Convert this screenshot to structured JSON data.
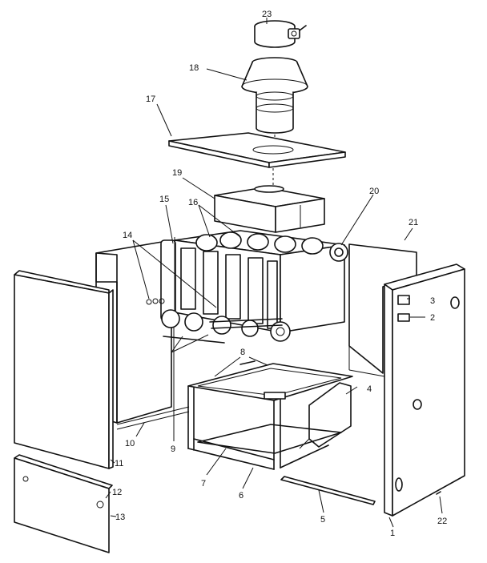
{
  "parts": [
    {
      "key": "p1",
      "label": "1"
    },
    {
      "key": "p2",
      "label": "2"
    },
    {
      "key": "p3",
      "label": "3"
    },
    {
      "key": "p4",
      "label": "4"
    },
    {
      "key": "p5",
      "label": "5"
    },
    {
      "key": "p6",
      "label": "6"
    },
    {
      "key": "p7",
      "label": "7"
    },
    {
      "key": "p8",
      "label": "8"
    },
    {
      "key": "p9",
      "label": "9"
    },
    {
      "key": "p10",
      "label": "10"
    },
    {
      "key": "p11",
      "label": "11"
    },
    {
      "key": "p12",
      "label": "12"
    },
    {
      "key": "p13",
      "label": "13"
    },
    {
      "key": "p14",
      "label": "14"
    },
    {
      "key": "p15",
      "label": "15"
    },
    {
      "key": "p16",
      "label": "16"
    },
    {
      "key": "p17",
      "label": "17"
    },
    {
      "key": "p18",
      "label": "18"
    },
    {
      "key": "p19",
      "label": "19"
    },
    {
      "key": "p20",
      "label": "20"
    },
    {
      "key": "p21",
      "label": "21"
    },
    {
      "key": "p22",
      "label": "22"
    },
    {
      "key": "p23",
      "label": "23"
    }
  ]
}
